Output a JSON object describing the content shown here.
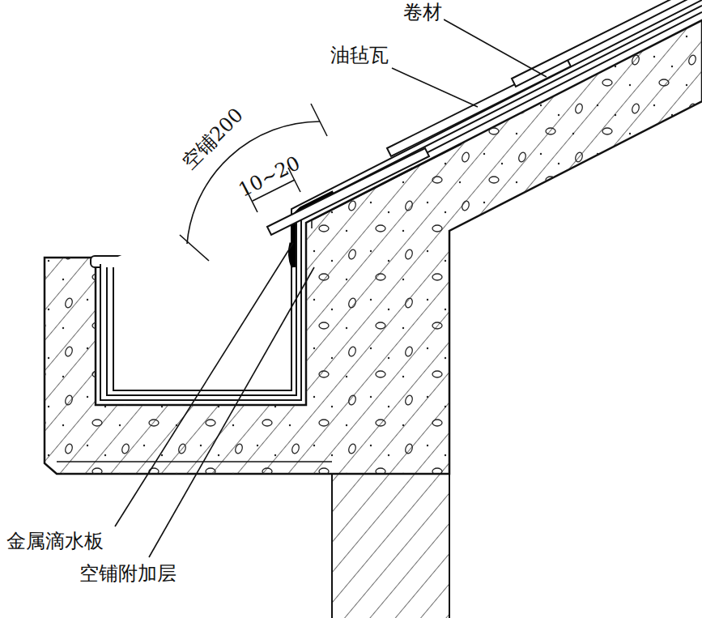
{
  "diagram": {
    "labels": [
      "卷材",
      "油毡瓦",
      "空铺200",
      "10~20",
      "金属滴水板",
      "空铺附加层"
    ]
  }
}
